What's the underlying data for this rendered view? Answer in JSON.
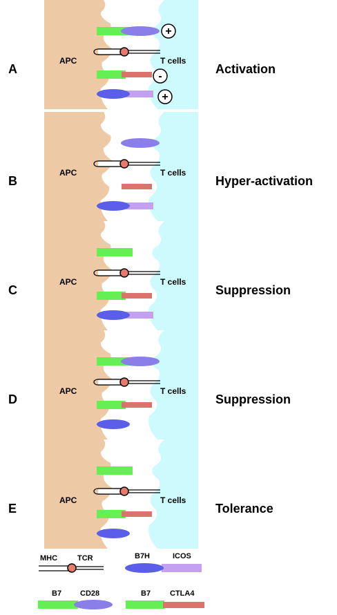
{
  "labels": {
    "apc": "APC",
    "tcell": "T cells"
  },
  "colors": {
    "apc": "#eec9a6",
    "tcell": "#ccfafd",
    "b7": "#66ee55",
    "cd28": "#8a7fe8",
    "ctla4": "#d9736c",
    "b7h": "#5a5ee8",
    "icos": "#c4a0f0",
    "tcr_knob": "#e87a6c"
  },
  "panels": [
    {
      "letter": "A",
      "outcome": "Activation",
      "molecules": [
        "B7 + CD28 (+)",
        "MHC + TCR",
        "B7 + CTLA4 (-)",
        "B7H + ICOS (+)"
      ],
      "signs": [
        "+",
        "-",
        "+"
      ]
    },
    {
      "letter": "B",
      "outcome": "Hyper-activation",
      "molecules": [
        "CD28",
        "MHC + TCR",
        "CTLA4",
        "B7H + ICOS"
      ],
      "signs": []
    },
    {
      "letter": "C",
      "outcome": "Suppression",
      "molecules": [
        "B7",
        "MHC + TCR",
        "B7 + CTLA4",
        "B7H + ICOS"
      ],
      "signs": []
    },
    {
      "letter": "D",
      "outcome": "Suppression",
      "molecules": [
        "B7 + CD28",
        "MHC + TCR",
        "B7 + CTLA4",
        "B7H"
      ],
      "signs": []
    },
    {
      "letter": "E",
      "outcome": "Tolerance",
      "molecules": [
        "B7",
        "MHC + TCR",
        "B7 + CTLA4",
        "B7H"
      ],
      "signs": []
    }
  ],
  "legend": {
    "mhc": "MHC",
    "tcr": "TCR",
    "b7h": "B7H",
    "icos": "ICOS",
    "b7_a": "B7",
    "cd28": "CD28",
    "b7_b": "B7",
    "ctla4": "CTLA4"
  }
}
